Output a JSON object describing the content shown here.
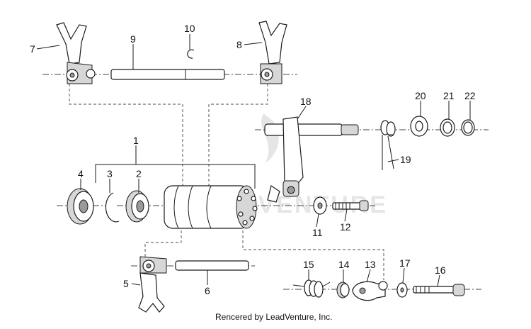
{
  "diagram": {
    "callouts": [
      "1",
      "2",
      "3",
      "4",
      "5",
      "6",
      "7",
      "8",
      "9",
      "10",
      "11",
      "12",
      "13",
      "14",
      "15",
      "16",
      "17",
      "18",
      "19",
      "20",
      "21",
      "22"
    ],
    "credit": "Rencered by LeadVenture, Inc.",
    "watermark": "LEADVENTURE"
  }
}
